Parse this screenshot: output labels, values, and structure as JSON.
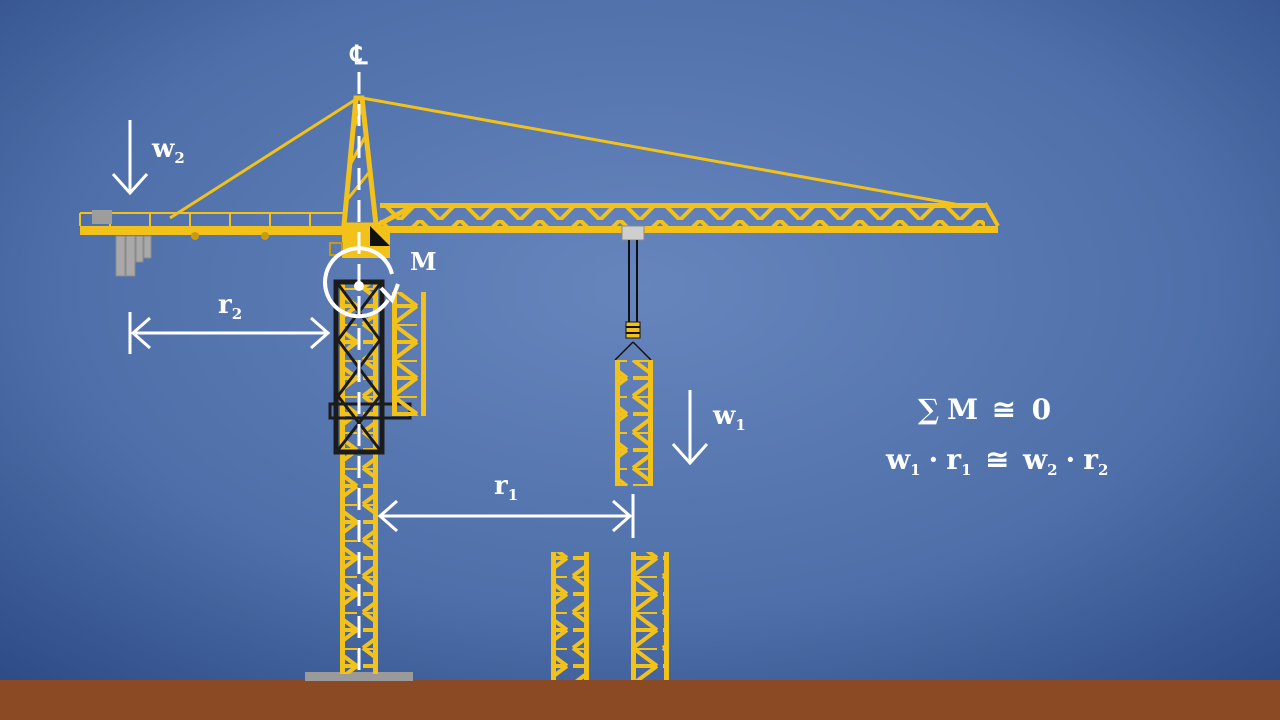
{
  "labels": {
    "centerline": "℄",
    "moment": "M",
    "w2": {
      "base": "w",
      "sub": "2"
    },
    "w1": {
      "base": "w",
      "sub": "1"
    },
    "r2": {
      "base": "r",
      "sub": "2"
    },
    "r1": {
      "base": "r",
      "sub": "1"
    }
  },
  "equations": {
    "eq1": {
      "sum": "∑",
      "M": "M",
      "approx": "≅",
      "zero": "0"
    },
    "eq2": {
      "w": "w",
      "w_sub": "1",
      "dot": "·",
      "r": "r",
      "r_sub": "1",
      "approx": "≅",
      "w2": "w",
      "w2_sub": "2",
      "dot2": "·",
      "r2": "r",
      "r2_sub": "2"
    }
  },
  "colors": {
    "sky_top": "#5b7fb8",
    "sky_edge": "#2f4f8a",
    "ground": "#8b4a24",
    "crane_yellow": "#f2c21b",
    "crane_dark": "#c99a0e",
    "climbing_frame": "#1b1b1b",
    "annotation": "#ffffff"
  }
}
